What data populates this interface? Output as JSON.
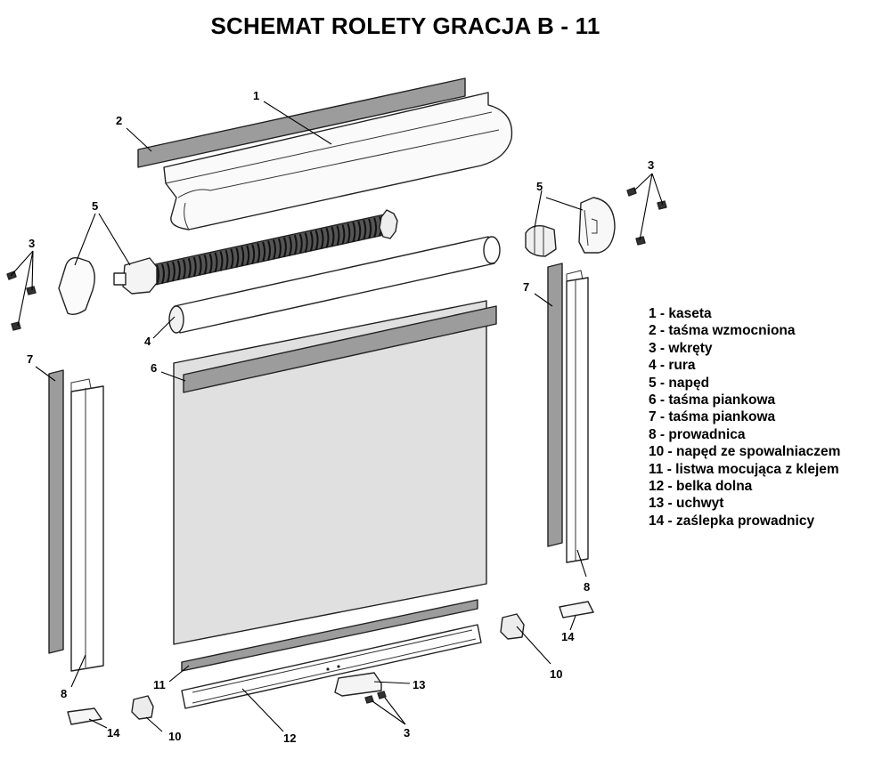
{
  "title": "SCHEMAT ROLETY GRACJA B - 11",
  "legend": [
    "1 - kaseta",
    "2 - taśma wzmocniona",
    "3 - wkręty",
    "4 - rura",
    "5 - napęd",
    "6 - taśma piankowa",
    "7 - taśma piankowa",
    "8 - prowadnica",
    "10 - napęd ze spowalniaczem",
    "11 - listwa mocująca z klejem",
    "12 - belka dolna",
    "13 - uchwyt",
    "14 - zaślepka prowadnicy"
  ],
  "callouts": {
    "c1": "1",
    "c2": "2",
    "c3a": "3",
    "c3b": "3",
    "c3c": "3",
    "c4": "4",
    "c5a": "5",
    "c5b": "5",
    "c6": "6",
    "c7a": "7",
    "c7b": "7",
    "c8a": "8",
    "c8b": "8",
    "c10a": "10",
    "c10b": "10",
    "c11": "11",
    "c12": "12",
    "c13": "13",
    "c14a": "14",
    "c14b": "14"
  },
  "colors": {
    "fabric": "#e0e0e0",
    "tape": "#9c9c9c",
    "profile": "#ffffff",
    "outline": "#222222"
  }
}
